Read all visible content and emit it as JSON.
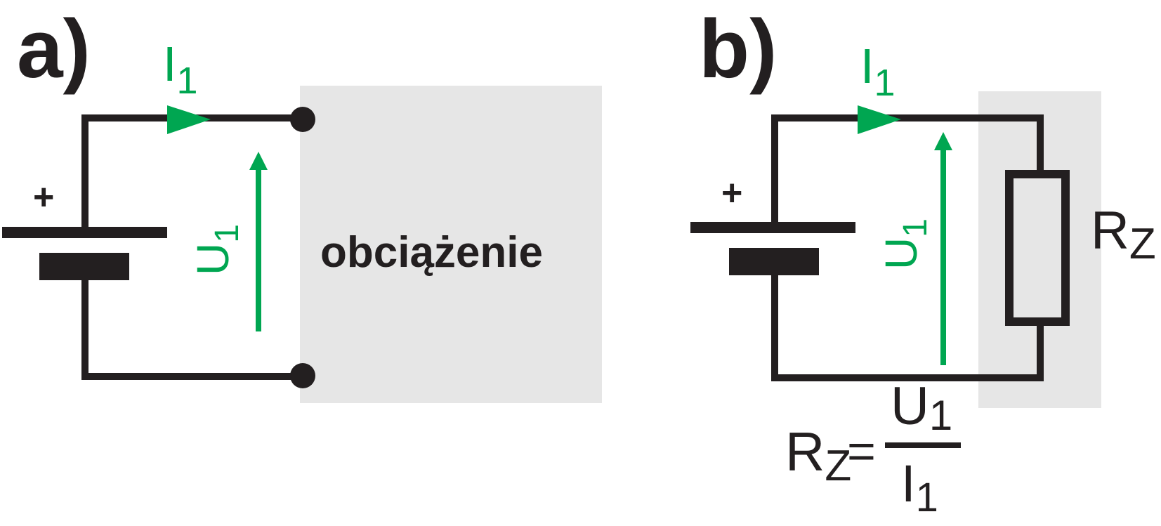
{
  "panel_a": {
    "label": "a)",
    "current": {
      "symbol": "I",
      "subscript": "1"
    },
    "voltage": {
      "symbol": "U",
      "subscript": "1"
    },
    "battery_plus": "+",
    "load_text": "obciążenie"
  },
  "panel_b": {
    "label": "b)",
    "current": {
      "symbol": "I",
      "subscript": "1"
    },
    "voltage": {
      "symbol": "U",
      "subscript": "1"
    },
    "battery_plus": "+",
    "resistor": {
      "symbol": "R",
      "subscript": "Z"
    },
    "formula": {
      "lhs_symbol": "R",
      "lhs_subscript": "Z",
      "equals": "=",
      "numerator_symbol": "U",
      "numerator_subscript": "1",
      "denominator_symbol": "I",
      "denominator_subscript": "1"
    }
  },
  "colors": {
    "wire": "#231f20",
    "accent_green": "#00a651",
    "load_box": "#e6e6e6"
  }
}
